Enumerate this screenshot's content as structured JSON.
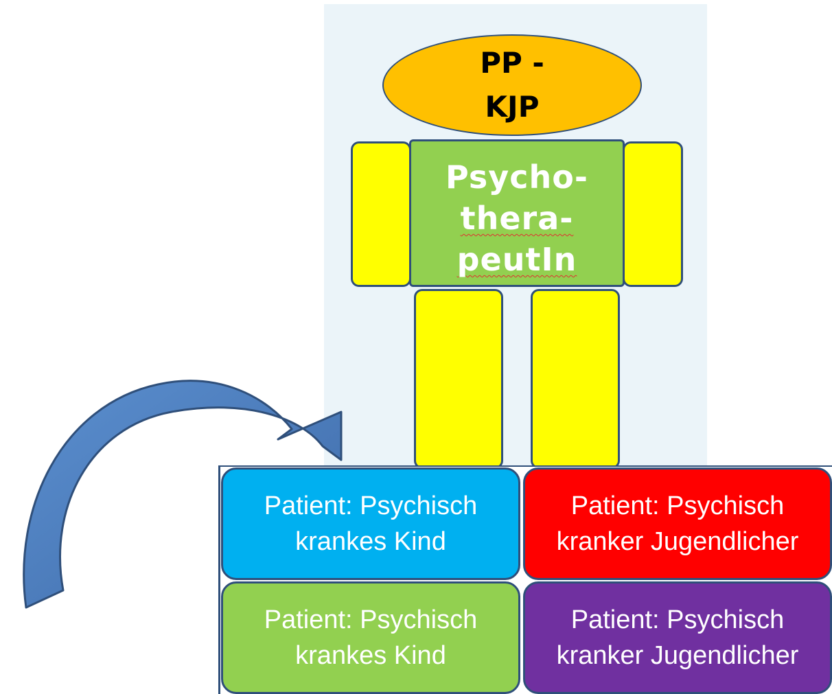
{
  "figure": {
    "head_label": "PP -\nKJP",
    "torso_lines": [
      "Psycho-",
      "thera-",
      "peutIn"
    ],
    "tiles": [
      {
        "line1": "Patient: Psychisch",
        "line2": "krankes Kind",
        "color": "#00b0f0"
      },
      {
        "line1": "Patient: Psychisch",
        "line2": "kranker Jugendlicher",
        "color": "#ff0000"
      },
      {
        "line1": "Patient: Psychisch",
        "line2": "krankes Kind",
        "color": "#92d050"
      },
      {
        "line1": "Patient: Psychisch",
        "line2": "kranker Jugendlicher",
        "color": "#7030a0"
      }
    ]
  },
  "colors": {
    "head": "#ffc000",
    "torso": "#92d050",
    "limbs": "#ffff00",
    "outline": "#2f4f7a",
    "arrow": "#4f81bd",
    "backdrop": "#ebf4f9"
  },
  "icons": {
    "arrow": "curved-arrow-icon"
  }
}
